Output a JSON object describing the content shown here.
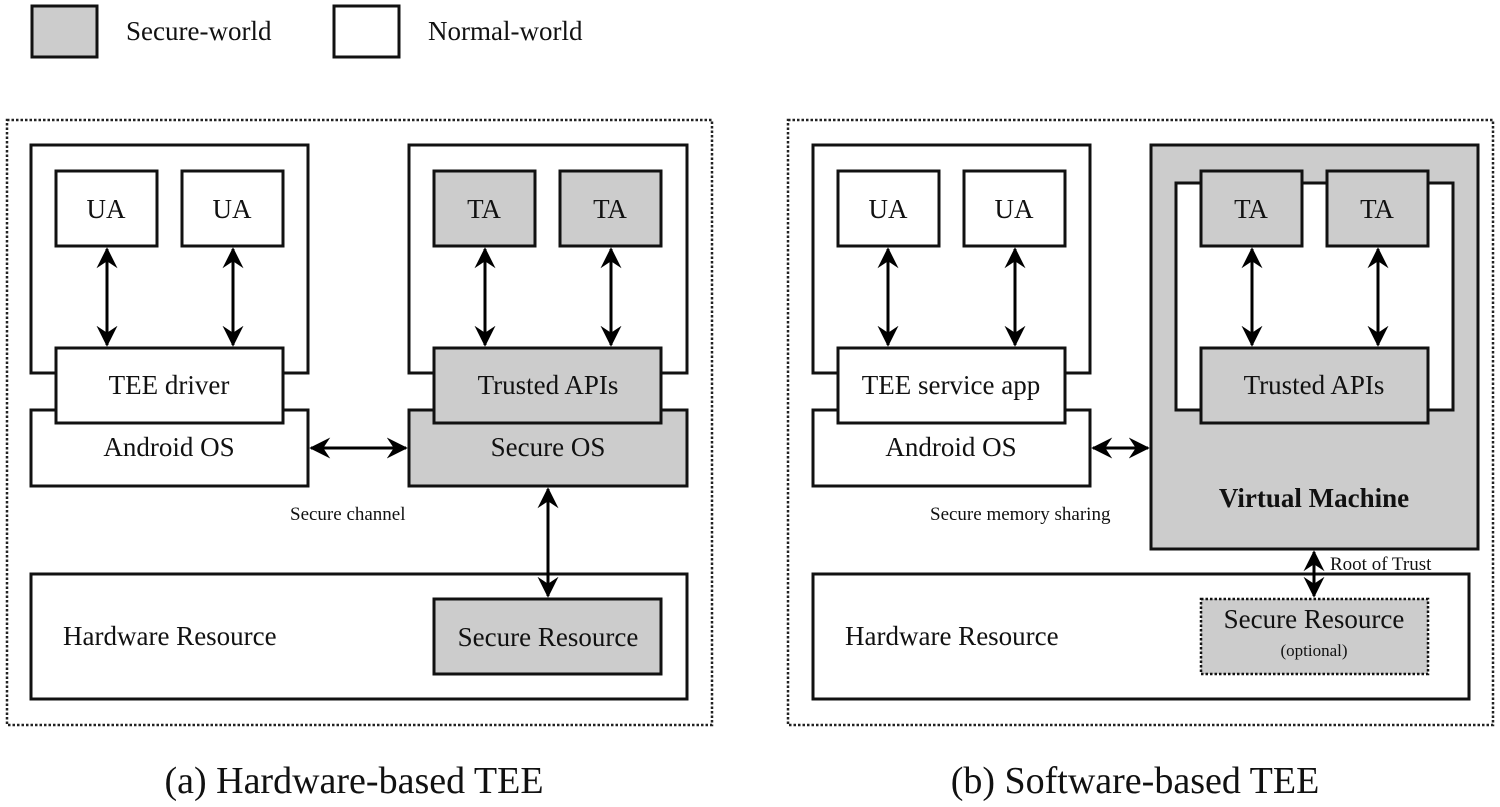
{
  "legend": {
    "secure": {
      "label": "Secure-world",
      "color": "#cccccc"
    },
    "normal": {
      "label": "Normal-world",
      "color": "#ffffff"
    }
  },
  "hardware": {
    "caption": "(a) Hardware-based TEE",
    "ua1": "UA",
    "ua2": "UA",
    "ta1": "TA",
    "ta2": "TA",
    "tee_driver": "TEE driver",
    "android_os": "Android OS",
    "trusted_apis": "Trusted APIs",
    "secure_os": "Secure OS",
    "channel_label": "Secure channel",
    "hardware_resource": "Hardware Resource",
    "secure_resource": "Secure Resource"
  },
  "software": {
    "caption": "(b) Software-based TEE",
    "ua1": "UA",
    "ua2": "UA",
    "ta1": "TA",
    "ta2": "TA",
    "tee_service_app": "TEE service app",
    "android_os": "Android OS",
    "trusted_apis": "Trusted APIs",
    "virtual_machine": "Virtual Machine",
    "sharing_label": "Secure memory sharing",
    "root_of_trust": "Root of Trust",
    "hardware_resource": "Hardware Resource",
    "secure_resource": "Secure Resource",
    "secure_resource_note": "(optional)"
  }
}
